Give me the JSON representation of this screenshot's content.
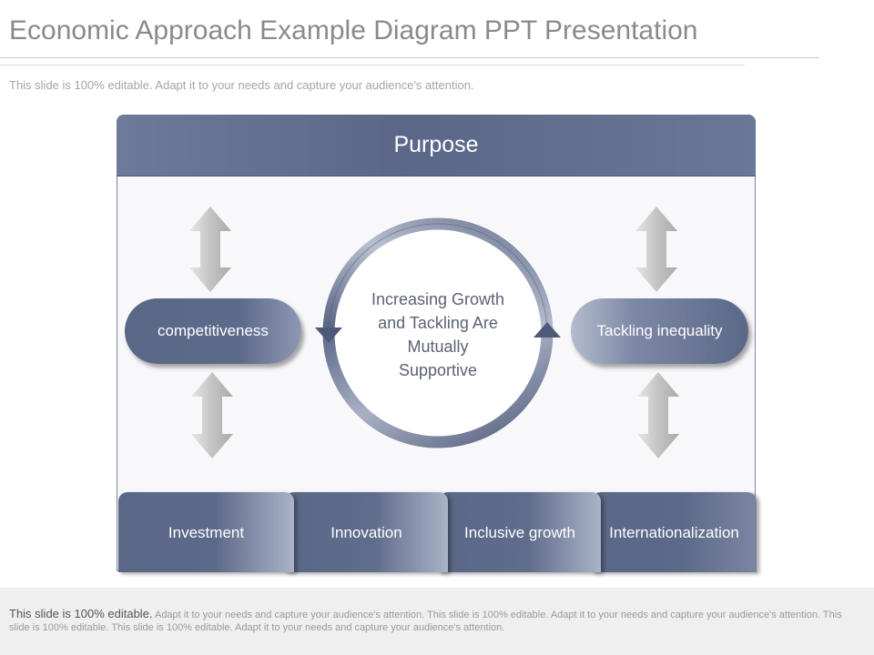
{
  "header": {
    "title": "Economic Approach Example Diagram PPT Presentation",
    "subtitle": "This slide is 100% editable. Adapt it to your needs and capture your audience's attention."
  },
  "diagram": {
    "top": "Purpose",
    "left": "competitiveness",
    "right": "Tackling inequality",
    "center_lines": [
      "Increasing Growth",
      "and Tackling Are",
      "Mutually",
      "Supportive"
    ],
    "bottom": [
      {
        "label": "Investment"
      },
      {
        "label": "Innovation"
      },
      {
        "label": "Inclusive growth"
      },
      {
        "label": "Internationalization"
      }
    ]
  },
  "footer": {
    "lead": "This slide is 100% editable.",
    "text": " Adapt it to your needs and capture your audience's attention. This slide is 100% editable. Adapt it to your needs and capture your audience's attention. This slide is 100% editable. This slide is 100% editable. Adapt it to your needs and capture your audience's attention."
  },
  "colors": {
    "primary": "#5b6787",
    "header": "#6e7a99",
    "arrow_gray": "#c8c8c8",
    "title_gray": "#8a8a8a"
  }
}
